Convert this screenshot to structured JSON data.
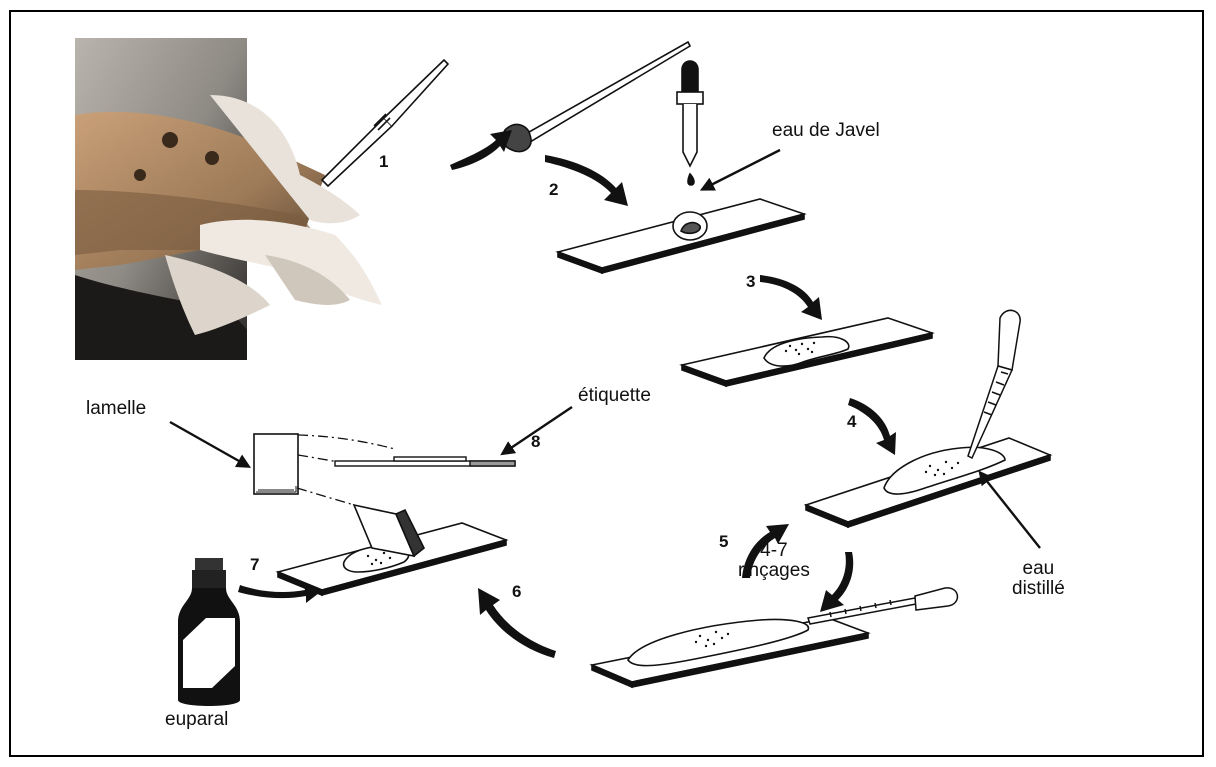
{
  "step_numbers": [
    "1",
    "2",
    "3",
    "4",
    "5",
    "6",
    "7",
    "8"
  ],
  "labels": {
    "bleach": "eau de Javel",
    "coverslip": "lamelle",
    "label": "étiquette",
    "rinse_count": "4-7",
    "rinse": "rinçages",
    "distilled_line1": "eau",
    "distilled_line2": "distillé",
    "mountant": "euparal"
  }
}
